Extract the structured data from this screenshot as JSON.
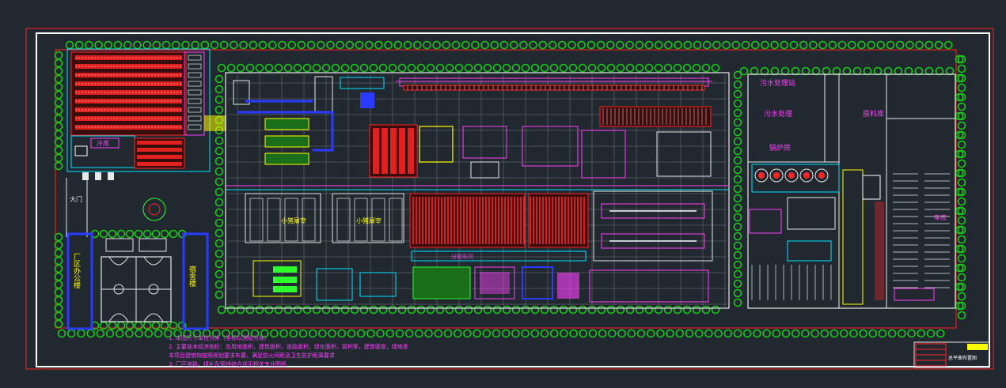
{
  "drawing": {
    "background": "#212830",
    "colors": {
      "frame": "#ffffff",
      "boundary": "#ff2020",
      "tree": "#19c919",
      "cyan": "#00e5ff",
      "magenta": "#ff40ff",
      "yellow": "#ffff00",
      "blue": "#2a3bff",
      "red": "#ff2424",
      "green": "#2cff2c",
      "white": "#e8e8e8",
      "grid": "#8a8a8a"
    },
    "gate_label": "大门",
    "office_label": "厂区办公楼",
    "dorm_label": "宿舍楼",
    "areas": {
      "cold_store": "冷库",
      "kill_1": "小猪屠宰",
      "kill_2": "小猪屠宰",
      "section_text": "分割车间"
    },
    "east_zone": {
      "top_label": "污水处理站",
      "tank_label": "污水处理",
      "store_label": "原料库",
      "boiler_label": "锅炉房",
      "side_label": "车库"
    },
    "notes": [
      "1. 本图尺寸单位为米（坐标以测绘为准）",
      "2. 主要技术经济指标：总用地面积，建筑面积，道路面积，绿化面积，容积率，建筑密度，绿地率",
      "   本项目建筑物按照规划要求布置，满足防火间距及卫生防护距离要求",
      "3. 厂区道路、绿化及管线综合详见相关专业图纸"
    ],
    "title_block_label": "总平面布置图"
  }
}
